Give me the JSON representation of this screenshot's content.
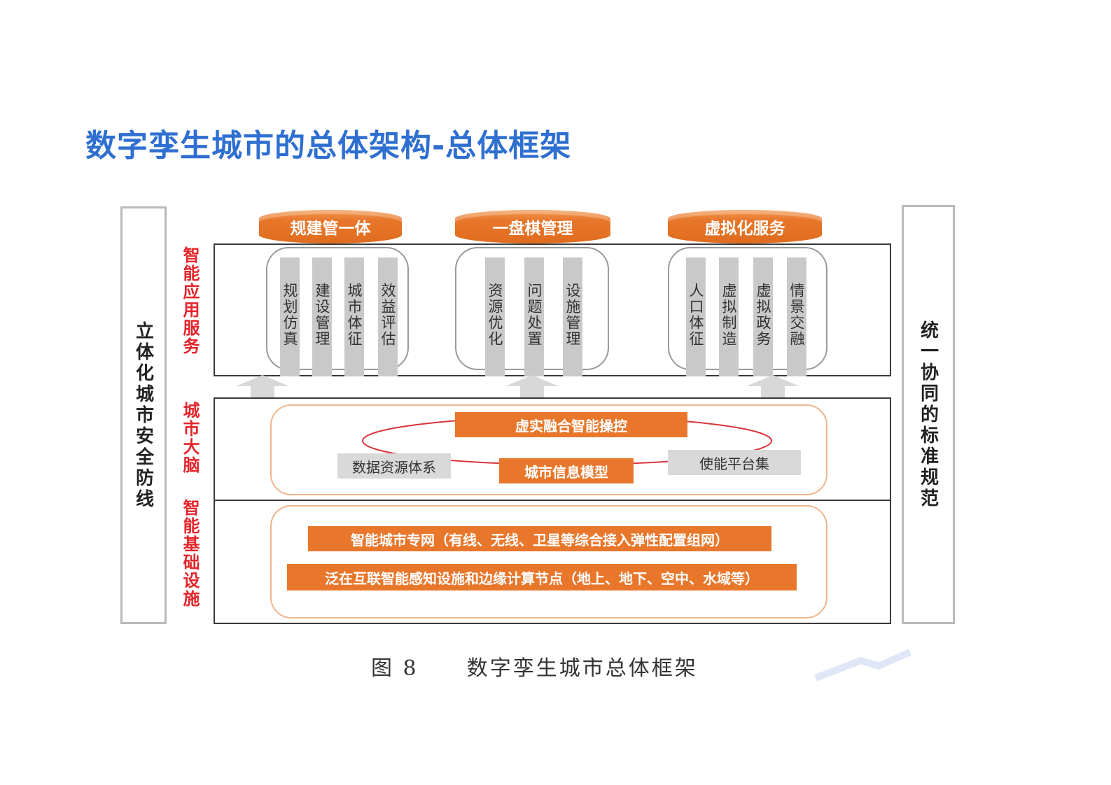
{
  "title": "数字孪生城市的总体架构-总体框架",
  "left_column": "立体化城市安全防线",
  "right_column": "统一协同的标准规范",
  "layer_labels": [
    "智能应用服务",
    "城市大脑",
    "智能基础设施"
  ],
  "top_headers": [
    "规建管一体",
    "一盘棋管理",
    "虚拟化服务"
  ],
  "app_groups": [
    {
      "items": [
        "规划仿真",
        "建设管理",
        "城市体征",
        "效益评估"
      ]
    },
    {
      "items": [
        "资源优化",
        "问题处置",
        "设施管理"
      ]
    },
    {
      "items": [
        "人口体征",
        "虚拟制造",
        "虚拟政务",
        "情景交融"
      ]
    }
  ],
  "brain": {
    "top": "虚实融合智能操控",
    "left": "数据资源体系",
    "center": "城市信息模型",
    "right": "使能平台集"
  },
  "infra": [
    "智能城市专网（有线、无线、卫星等综合接入弹性配置组网）",
    "泛在互联智能感知设施和边缘计算节点（地上、地下、空中、水域等）"
  ],
  "caption": {
    "label": "图 8",
    "text": "数字孪生城市总体框架"
  },
  "colors": {
    "title": "#2f6fd1",
    "accent": "#e8772b",
    "layer_label": "#e3252b"
  }
}
